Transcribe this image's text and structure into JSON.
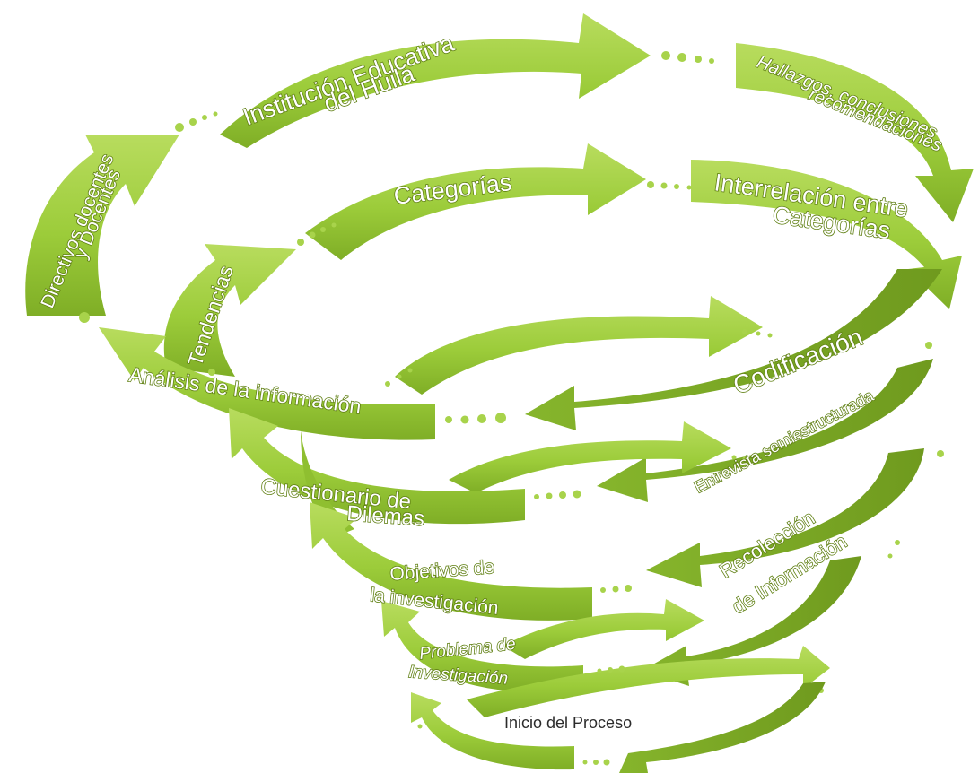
{
  "diagram": {
    "colors": {
      "arrow_fill": "#9ccc3a",
      "arrow_light": "#b8dc5e",
      "arrow_dark": "#6f9a1e",
      "dots": "#a8d34b",
      "label_text": "#ffffff",
      "start_text": "#2b2b2b",
      "background": "#ffffff"
    },
    "labels": {
      "institucion_l1": "Institución Educativa",
      "institucion_l2": "del Huila",
      "hallazgos_l1": "Hallazgos, conclusiones",
      "hallazgos_l2": "recomendaciones",
      "directivos_l1": "Directivos docentes",
      "directivos_l2": "y Docentes",
      "categorias": "Categorías",
      "interrelacion_l1": "Interrelación entre",
      "interrelacion_l2": "Categorías",
      "tendencias": "Tendencias",
      "codificacion": "Codificación",
      "analisis": "Análisis de la información",
      "entrevista": "Entrevista semiestructurada",
      "cuestionario_l1": "Cuestionario de",
      "cuestionario_l2": "Dilemas",
      "recoleccion_l1": "Recolección",
      "recoleccion_l2": "de Información",
      "objetivos_l1": "Objetivos de",
      "objetivos_l2": "la investigación",
      "problema_l1": "Problema de",
      "problema_l2": "Investigación",
      "inicio": "Inicio del Proceso"
    }
  }
}
